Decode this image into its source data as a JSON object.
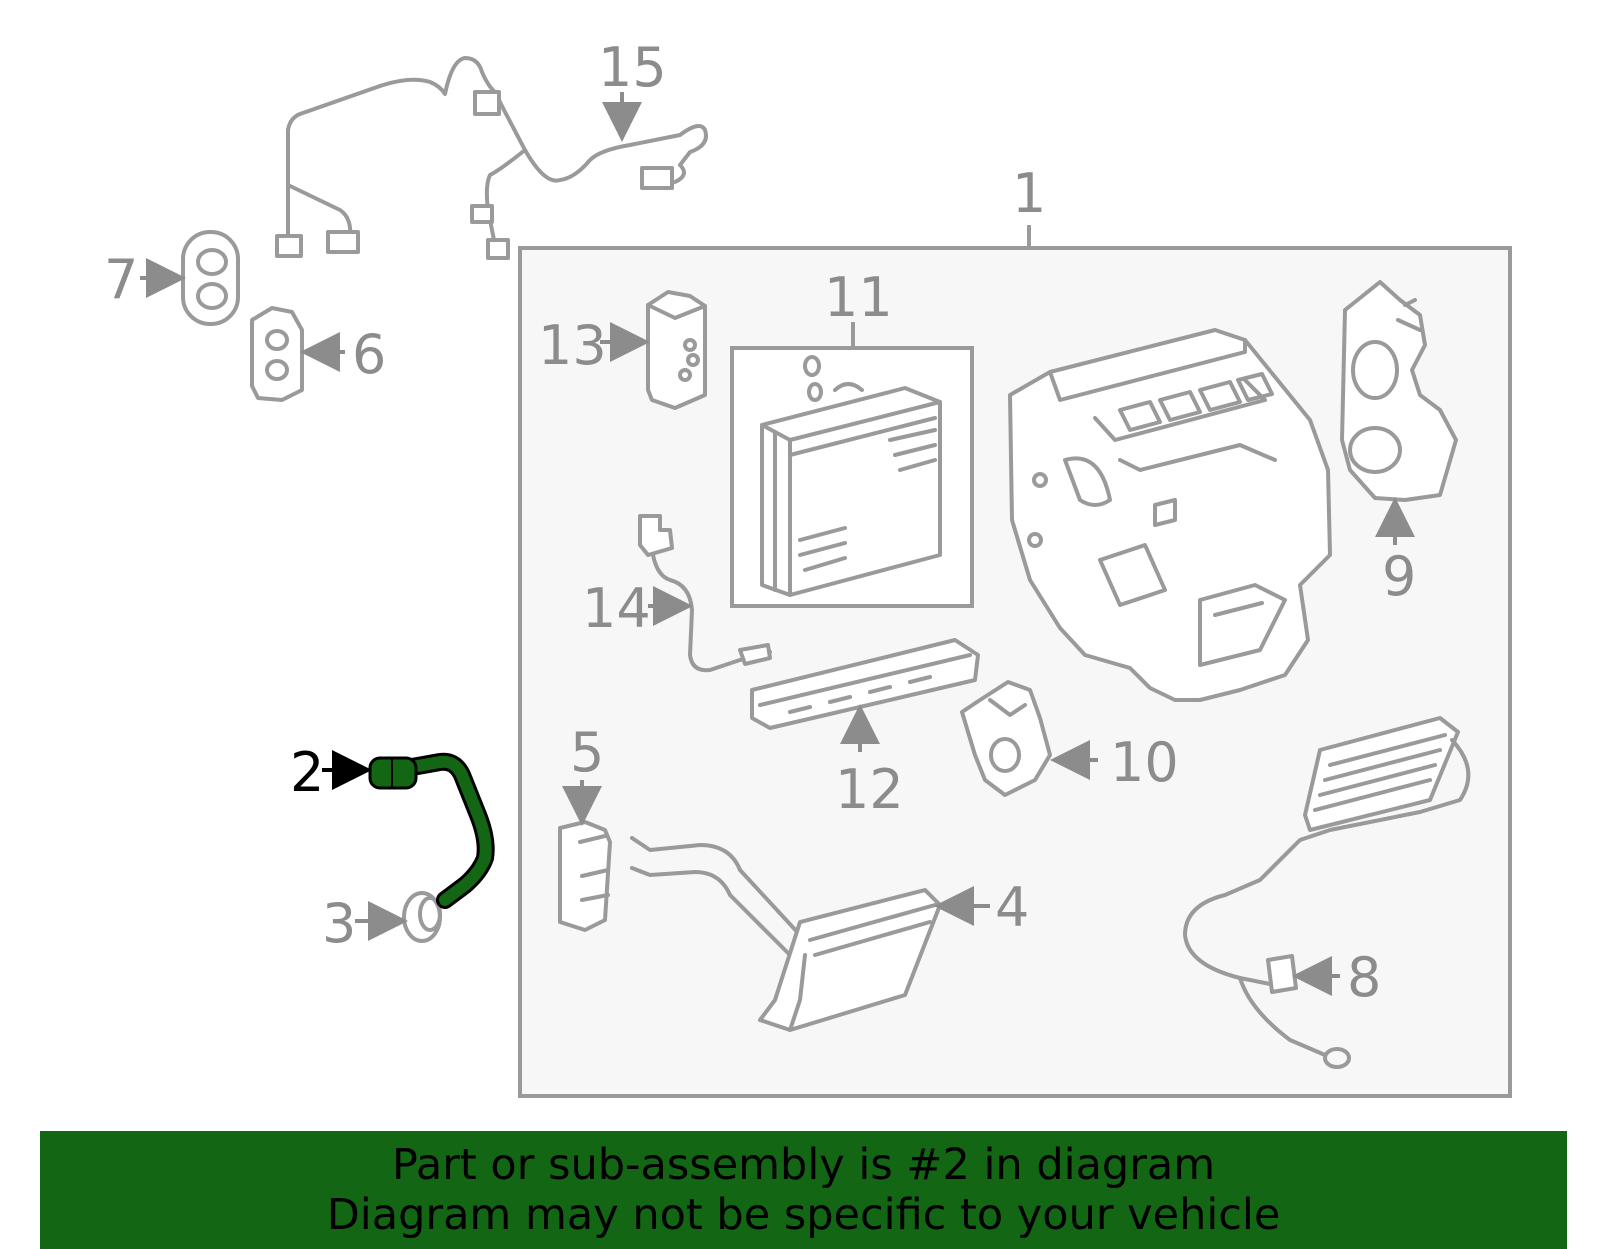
{
  "diagram": {
    "highlight_color": "#136613",
    "part_color": "#9a9a9a",
    "labels": {
      "p1": "1",
      "p2": "2",
      "p3": "3",
      "p4": "4",
      "p5": "5",
      "p6": "6",
      "p7": "7",
      "p8": "8",
      "p9": "9",
      "p10": "10",
      "p11": "11",
      "p12": "12",
      "p13": "13",
      "p14": "14",
      "p15": "15"
    }
  },
  "banner": {
    "line1": "Part or sub-assembly is #2 in diagram",
    "line2": "Diagram may not be specific to your vehicle",
    "color": "#136613"
  }
}
